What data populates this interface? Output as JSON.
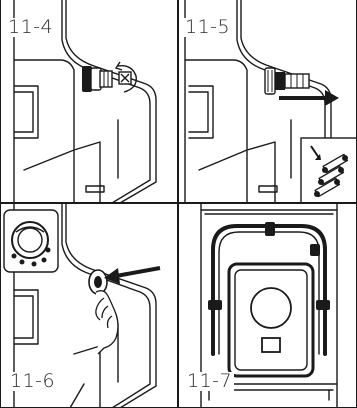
{
  "figure": {
    "background_color": "#ffffff",
    "line_color": "#1a1a1a",
    "steps": [
      {
        "label": "11-4"
      },
      {
        "label": "11-5"
      },
      {
        "label": "11-6"
      },
      {
        "label": "11-7"
      }
    ]
  }
}
